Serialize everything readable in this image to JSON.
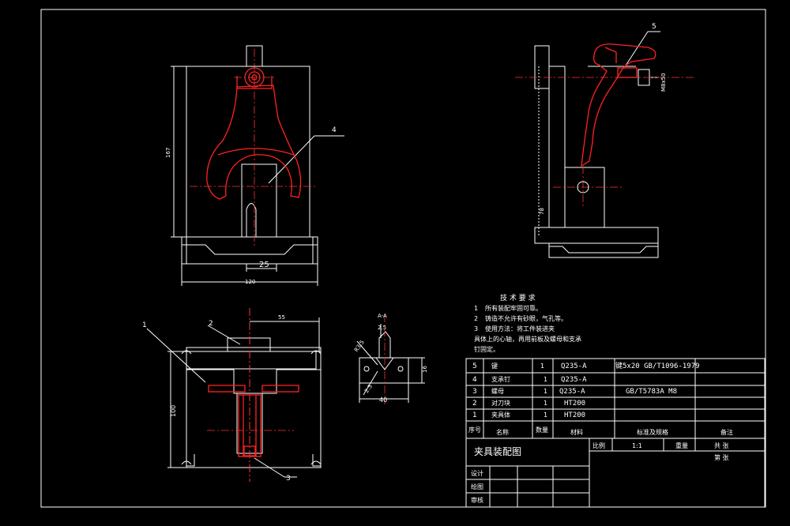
{
  "dimensions": {
    "front_width_25": "25",
    "front_width_120": "120",
    "front_height": "167",
    "side_height": "78",
    "side_right": "M8x50",
    "top_55": "55",
    "top_height_100": "100",
    "section_label": "A-A",
    "section_top": "2.5",
    "section_left": "R3.5",
    "section_left2": "2.5",
    "section_bottom": "40",
    "section_right": "16"
  },
  "callouts": {
    "front_4": "4",
    "side_5": "5",
    "top_1": "1",
    "top_2": "2",
    "top_3": "3"
  },
  "tech_requirements": {
    "title": "技 术 要 求",
    "items": [
      {
        "num": "1",
        "text": "所有装配牢固可靠。"
      },
      {
        "num": "2",
        "text": "铸造不允许有砂眼，气孔等。"
      },
      {
        "num": "3",
        "text": "使用方法：将工件装进夹"
      }
    ],
    "continuation": [
      "具体上的心轴，再用前板及螺母和支承",
      "钉固定。"
    ]
  },
  "parts_list": {
    "rows": [
      {
        "no": "5",
        "name": "键",
        "qty": "1",
        "material": "Q235-A",
        "standard": "键5x20 GB/T1096-1979",
        "note": ""
      },
      {
        "no": "4",
        "name": "支承钉",
        "qty": "1",
        "material": "Q235-A",
        "standard": "",
        "note": ""
      },
      {
        "no": "3",
        "name": "螺母",
        "qty": "1",
        "material": "Q235-A",
        "standard": "GB/T5783A M8",
        "note": ""
      },
      {
        "no": "2",
        "name": "对刀块",
        "qty": "1",
        "material": "HT200",
        "standard": "",
        "note": ""
      },
      {
        "no": "1",
        "name": "夹具体",
        "qty": "1",
        "material": "HT200",
        "standard": "",
        "note": ""
      }
    ],
    "header": {
      "no": "序号",
      "name": "名称",
      "qty": "数量",
      "material": "材料",
      "standard": "标准及规格",
      "note": "备注"
    }
  },
  "title_block": {
    "title": "夹具装配图",
    "scale_label": "比例",
    "scale_value": "1:1",
    "weight_label": "重量",
    "sheets_label": "共 张",
    "sheet_label": "第 张",
    "designer_label": "设计",
    "drafter_label": "绘图",
    "reviewer_label": "审核"
  },
  "colors": {
    "background": "#000000",
    "outline": "#ffffff",
    "part_highlight": "#ff2222",
    "centerline": "#ff3333",
    "text_accent": "#ffff33"
  }
}
